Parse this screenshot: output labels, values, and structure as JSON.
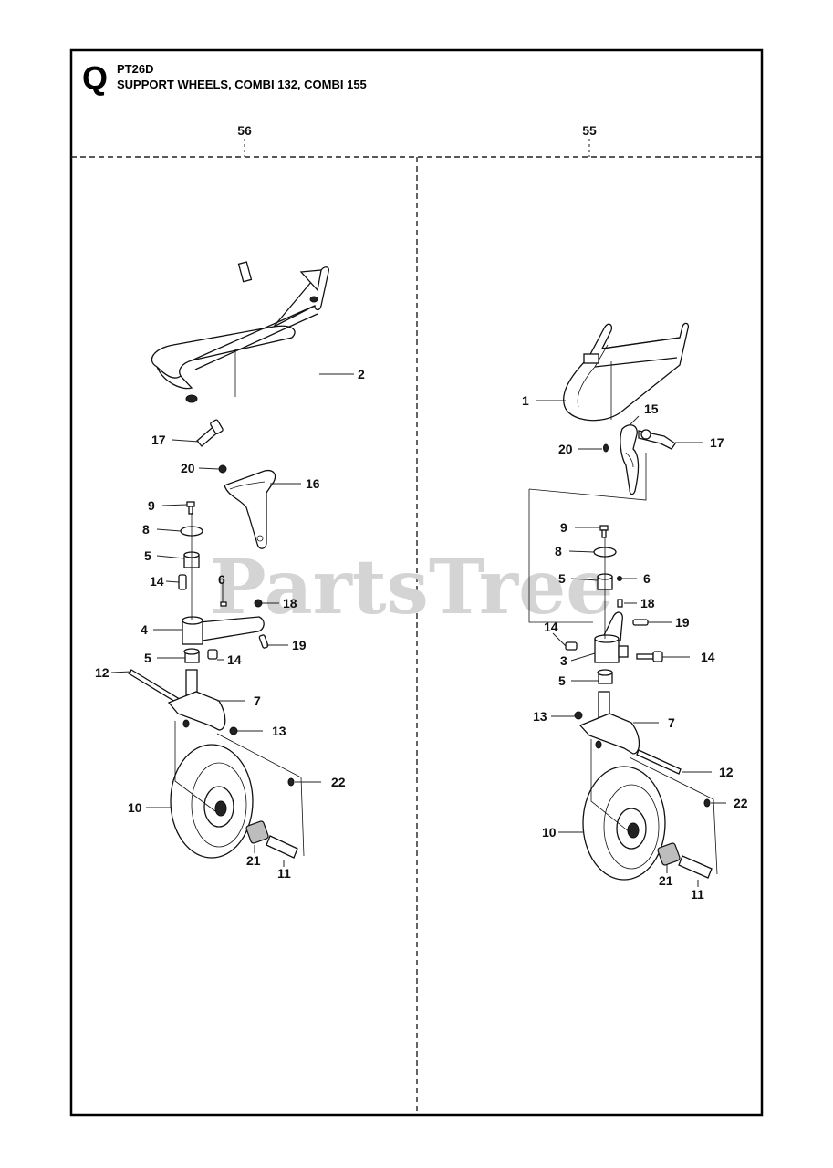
{
  "header": {
    "section_letter": "Q",
    "model": "PT26D",
    "title": "SUPPORT WHEELS, COMBI 132, COMBI 155"
  },
  "watermark": "PartsTree",
  "columns": [
    {
      "code": "56"
    },
    {
      "code": "55"
    }
  ],
  "callouts_left": [
    "2",
    "17",
    "20",
    "16",
    "9",
    "8",
    "5",
    "14",
    "6",
    "18",
    "4",
    "19",
    "5",
    "14",
    "12",
    "7",
    "13",
    "22",
    "10",
    "21",
    "11"
  ],
  "callouts_right": [
    "1",
    "15",
    "17",
    "20",
    "9",
    "8",
    "5",
    "6",
    "18",
    "14",
    "19",
    "3",
    "14",
    "5",
    "13",
    "7",
    "12",
    "22",
    "10",
    "21",
    "11"
  ]
}
